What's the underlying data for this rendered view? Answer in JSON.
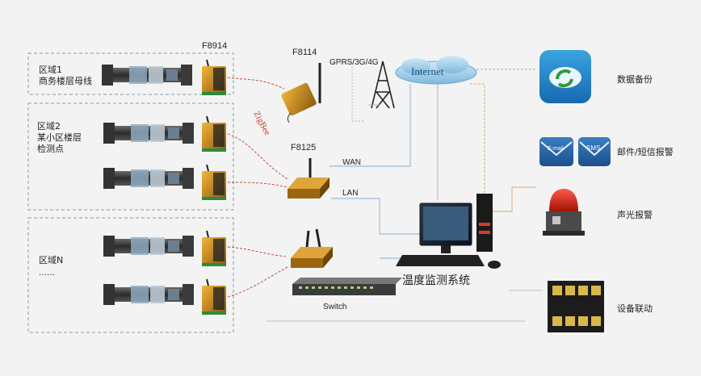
{
  "labels": {
    "f8914": "F8914",
    "f8114": "F8114",
    "f8125": "F8125",
    "gprs": "GPRS/3G/4G",
    "internet": "Internet",
    "zigbee": "ZigBee",
    "wan": "WAN",
    "lan": "LAN",
    "switch": "Switch",
    "system": "温度监测系统",
    "email_badge": "E-mail",
    "sms_badge": "SMS"
  },
  "zones": [
    {
      "line1": "区域1",
      "line2": "商务楼层母线",
      "line3": ""
    },
    {
      "line1": "区域2",
      "line2": "某小区楼层",
      "line3": "检测点"
    },
    {
      "line1": "区域N",
      "line2": "……",
      "line3": ""
    }
  ],
  "outputs": {
    "backup": "数据备份",
    "alarm_msg": "邮件/短信报警",
    "alarm_light": "声光报警",
    "linkage": "设备联动"
  }
}
